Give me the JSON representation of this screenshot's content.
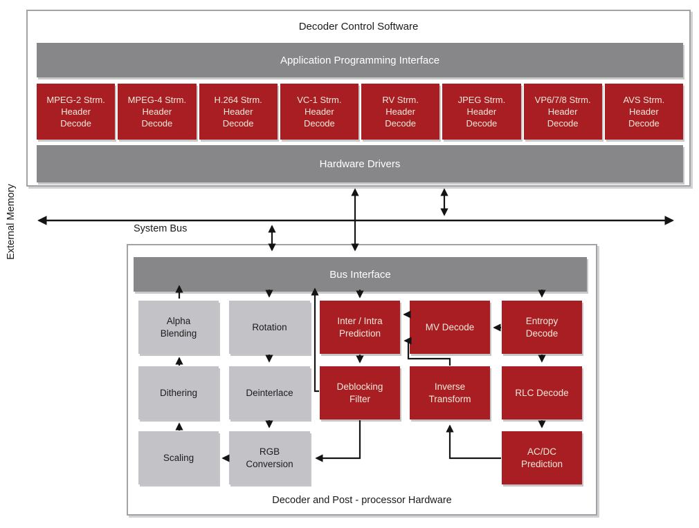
{
  "title": "Decoder Control Software",
  "software": {
    "api_label": "Application Programming Interface",
    "drivers_label": "Hardware Drivers",
    "header_decoders": [
      "MPEG-2 Strm.\nHeader\nDecode",
      "MPEG-4 Strm.\nHeader\nDecode",
      "H.264 Strm.\nHeader\nDecode",
      "VC-1 Strm.\nHeader\nDecode",
      "RV Strm.\nHeader\nDecode",
      "JPEG Strm.\nHeader\nDecode",
      "VP6/7/8 Strm.\nHeader\nDecode",
      "AVS Strm.\nHeader\nDecode"
    ]
  },
  "bus": {
    "label": "System Bus"
  },
  "memory": {
    "label": "External Memory"
  },
  "hardware": {
    "bus_interface_label": "Bus Interface",
    "caption": "Decoder and Post - processor Hardware",
    "blocks": {
      "alpha_blending": "Alpha\nBlending",
      "rotation": "Rotation",
      "dithering": "Dithering",
      "deinterlace": "Deinterlace",
      "scaling": "Scaling",
      "rgb_conversion": "RGB\nConversion",
      "inter_intra": "Inter / Intra\nPrediction",
      "mv_decode": "MV Decode",
      "entropy_decode": "Entropy\nDecode",
      "deblocking_filter": "Deblocking\nFilter",
      "inverse_transform": "Inverse\nTransform",
      "rlc_decode": "RLC Decode",
      "acdc_prediction": "AC/DC\nPrediction"
    }
  },
  "colors": {
    "block_red": "#a91e23",
    "bar_gray": "#87878a",
    "block_gray": "#c3c3c7",
    "text_on_red": "#f2e9da",
    "line_black": "#141414"
  }
}
